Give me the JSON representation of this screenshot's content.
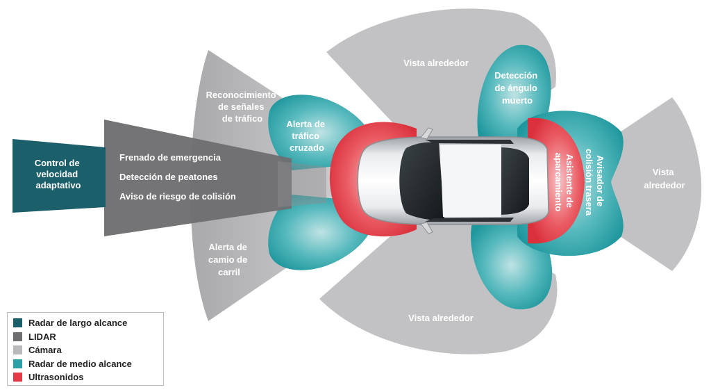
{
  "colors": {
    "long_range_radar": "#1b5f6b",
    "lidar": "#6e6e70",
    "camera": "#b9b9bb",
    "mid_range_radar": "#2aa0a6",
    "ultrasonic": "#e43a45"
  },
  "zones": {
    "acc": [
      "Control de",
      "velocidad",
      "adaptativo"
    ],
    "lidar": [
      "Frenado de emergencia",
      "Detección de peatones",
      "Aviso de riesgo de colisión"
    ],
    "sign_recognition": [
      "Reconocimiento",
      "de señales",
      "de tráfico"
    ],
    "cross_traffic": [
      "Alerta de",
      "tráfico",
      "cruzado"
    ],
    "lane_alert": [
      "Alerta de",
      "camio de",
      "carril"
    ],
    "surround_top": "Vista alrededor",
    "surround_bottom": "Vista alrededor",
    "surround_rear": [
      "Vista",
      "alrededor"
    ],
    "blind_spot": [
      "Detección",
      "de ángulo",
      "muerto"
    ],
    "parking": [
      "Asistente de",
      "aparcamiento"
    ],
    "rear_collision": [
      "Avisador de",
      "colisión trasera"
    ]
  },
  "legend": [
    {
      "label": "Radar de largo alcance",
      "color": "#1b5f6b"
    },
    {
      "label": "LIDAR",
      "color": "#6e6e70"
    },
    {
      "label": "Cámara",
      "color": "#b9b9bb"
    },
    {
      "label": "Radar de medio alcance",
      "color": "#2aa0a6"
    },
    {
      "label": "Ultrasonidos",
      "color": "#e43a45"
    }
  ]
}
